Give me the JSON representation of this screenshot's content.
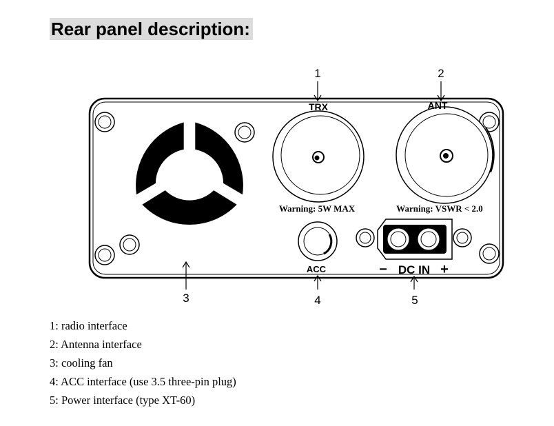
{
  "title": "Rear panel description:",
  "panel": {
    "trx_label": "TRX",
    "ant_label": "ANT",
    "trx_warning": "Warning: 5W MAX",
    "ant_warning": "Warning: VSWR < 2.0",
    "acc_label": "ACC",
    "dc_minus": "−",
    "dc_label": "DC IN",
    "dc_plus": "+"
  },
  "callouts": [
    "1",
    "2",
    "3",
    "4",
    "5"
  ],
  "legend": [
    "1: radio interface",
    "2: Antenna interface",
    "3: cooling fan",
    "4: ACC interface (use 3.5 three-pin plug)",
    "5: Power interface (type XT-60)"
  ]
}
